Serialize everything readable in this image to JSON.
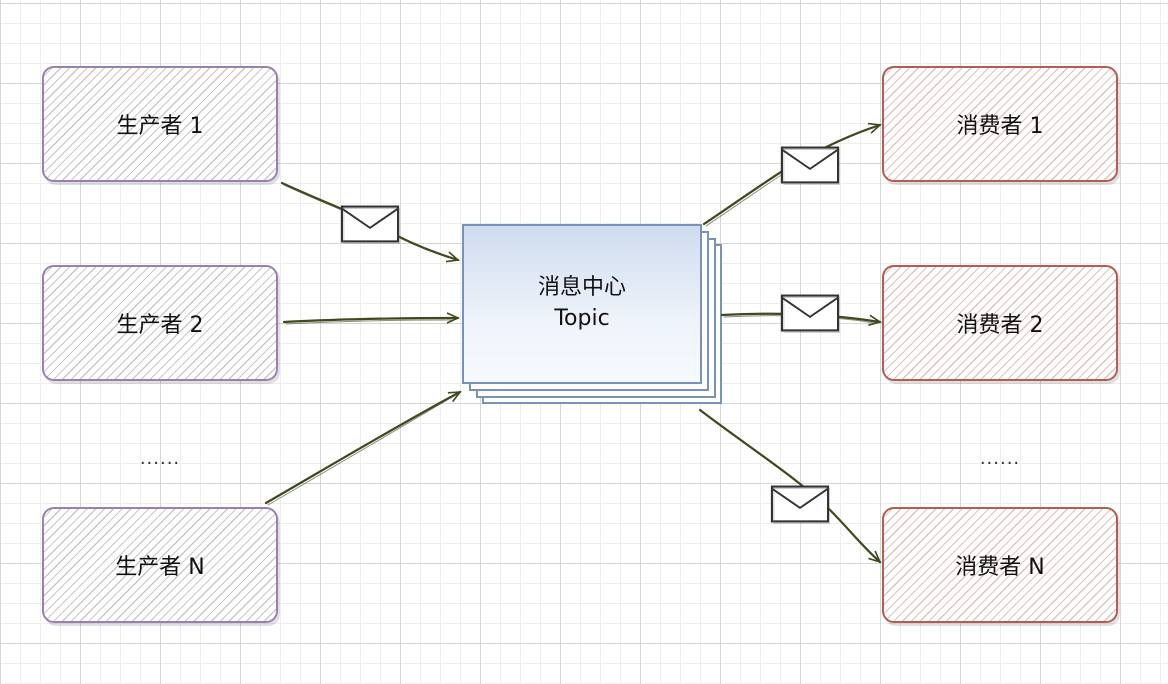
{
  "producers": [
    {
      "label": "生产者 1"
    },
    {
      "label": "生产者 2"
    },
    {
      "label": "生产者 N"
    }
  ],
  "consumers": [
    {
      "label": "消费者 1"
    },
    {
      "label": "消费者 2"
    },
    {
      "label": "消费者 N"
    }
  ],
  "ellipsis_left": "......",
  "ellipsis_right": "......",
  "topic": {
    "title": "消息中心",
    "subtitle": "Topic"
  },
  "colors": {
    "producer_border": "#9b7fb3",
    "consumer_border": "#b45d52",
    "topic_border": "#7a92b8",
    "arrow": "#3d4a1f"
  }
}
